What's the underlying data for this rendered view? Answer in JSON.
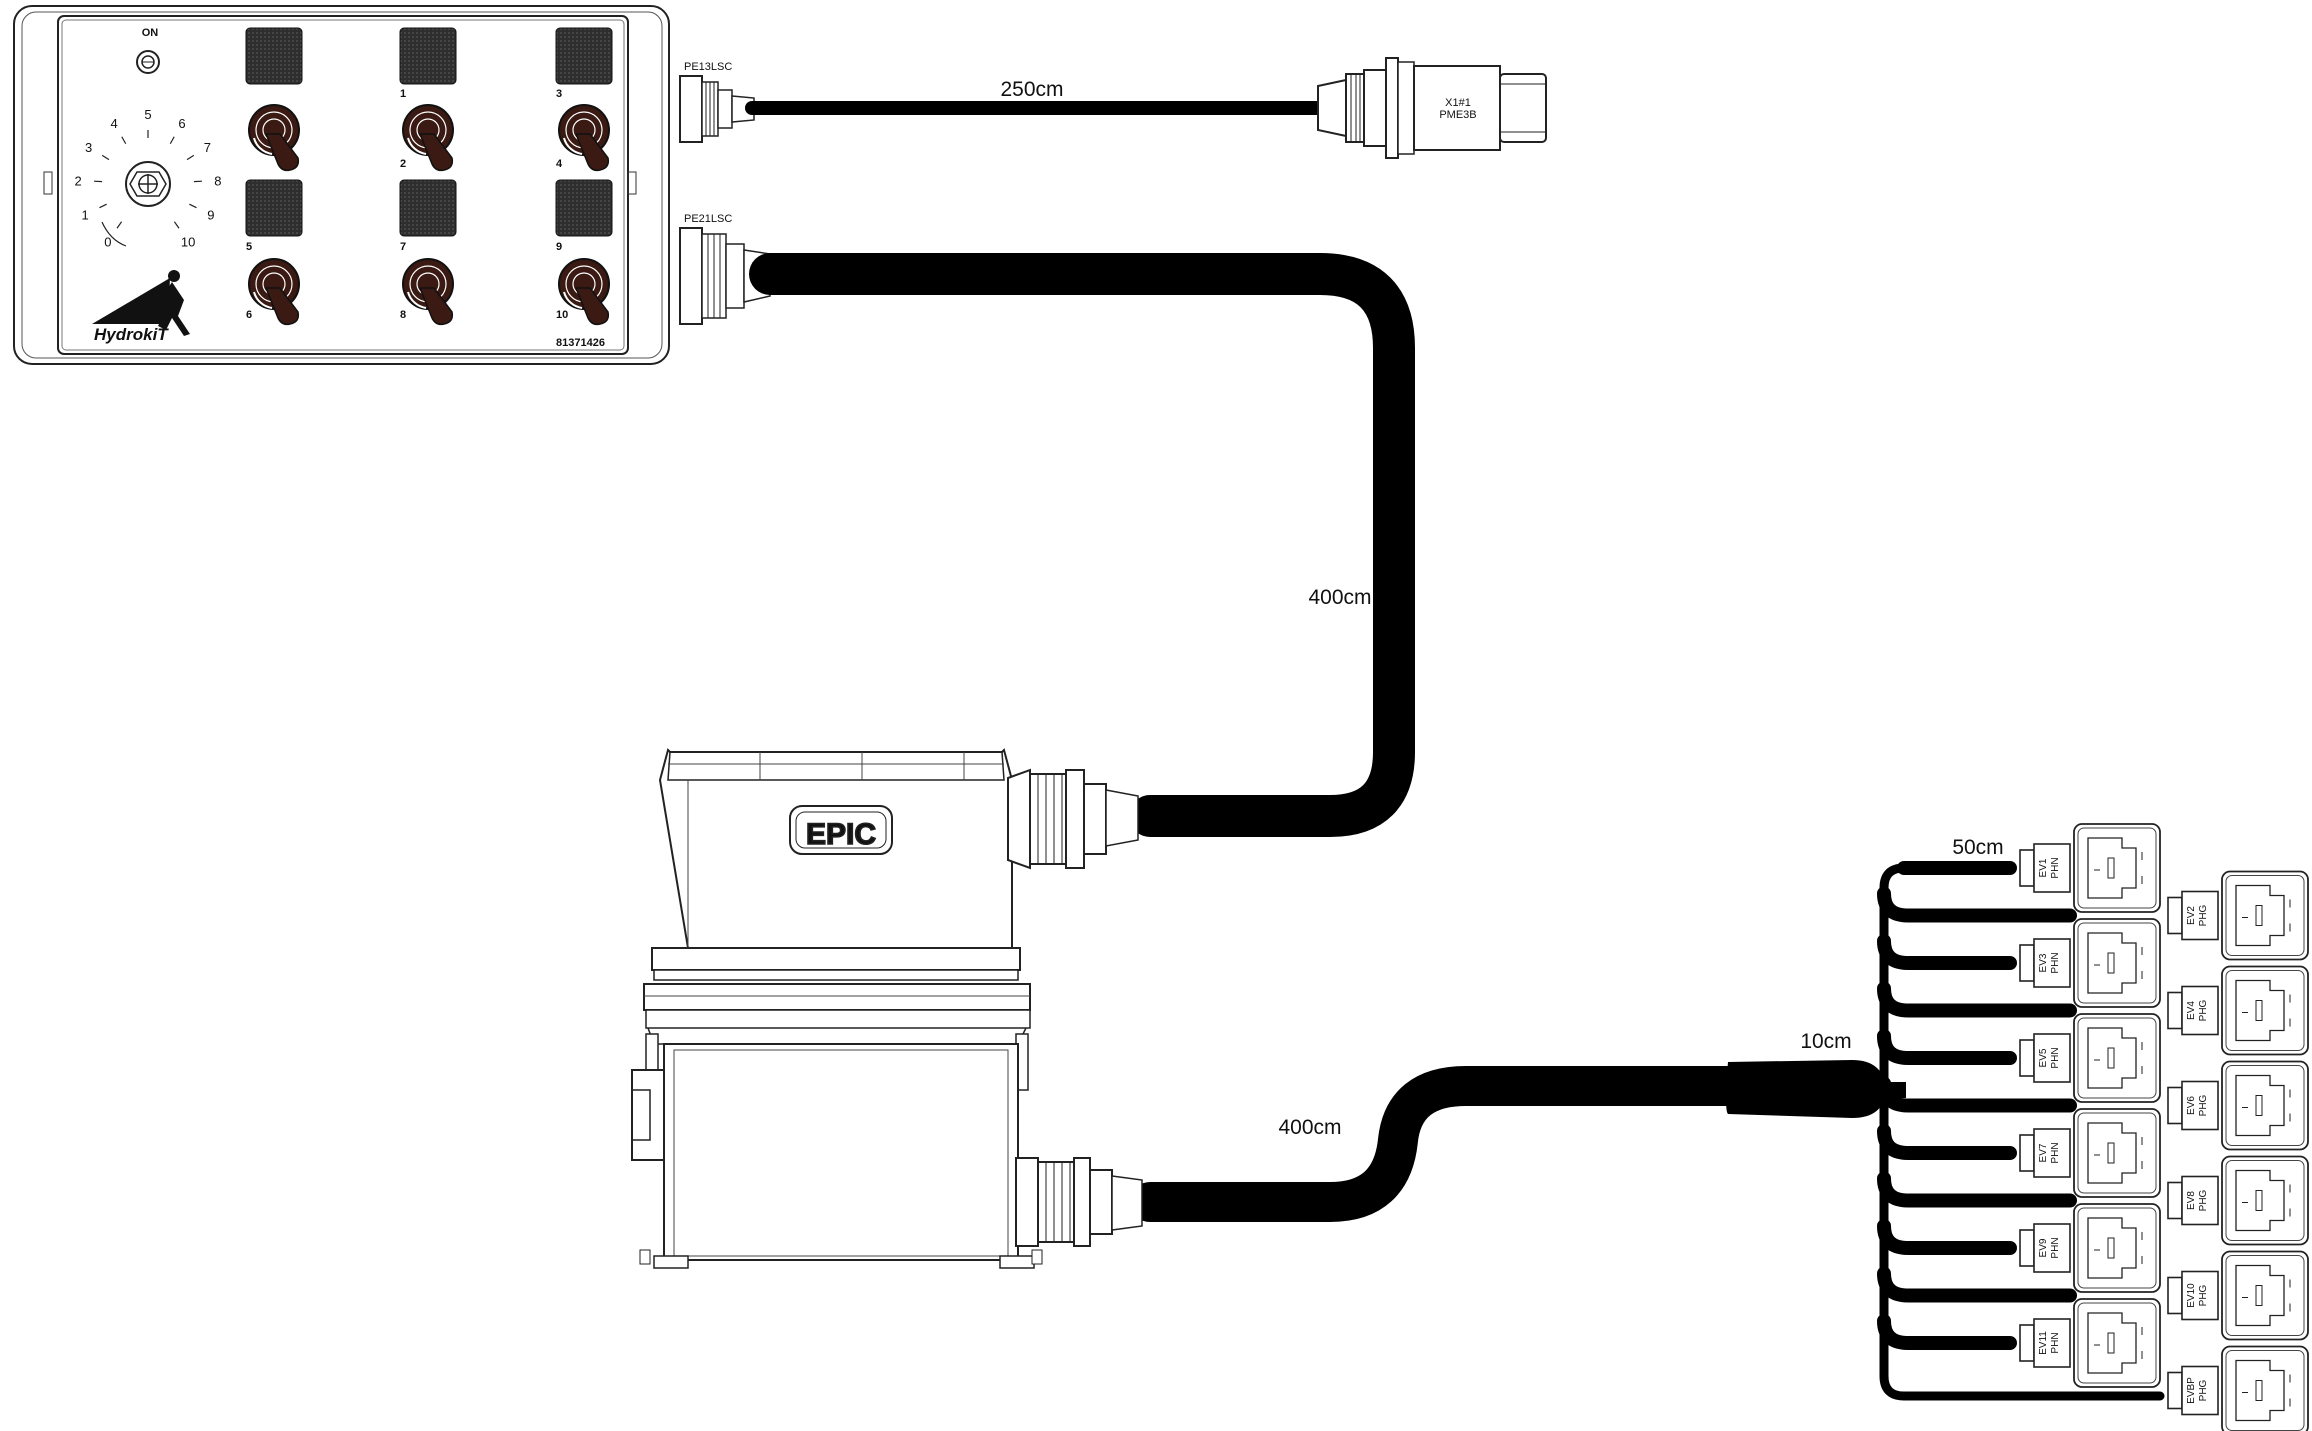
{
  "control_box": {
    "on_label": "ON",
    "dial_numbers": [
      "0",
      "1",
      "2",
      "3",
      "4",
      "5",
      "6",
      "7",
      "8",
      "9",
      "10"
    ],
    "switch_labels": {
      "s1": "1",
      "s2": "2",
      "s3": "3",
      "s4": "4",
      "s5": "5",
      "s6": "6",
      "s7": "7",
      "s8": "8",
      "s9": "9",
      "s10": "10"
    },
    "brand": "HydrokiT",
    "part_number": "81371426",
    "gland_top": "PE13LSC",
    "gland_bottom": "PE21LSC"
  },
  "cables": {
    "c250": "250cm",
    "c400_upper": "400cm",
    "c400_lower": "400cm",
    "c10": "10cm",
    "c50": "50cm"
  },
  "plug": {
    "line1": "X1#1",
    "line2": "PME3B"
  },
  "epic": {
    "label": "EPIC"
  },
  "valves": [
    {
      "code": "EV1",
      "type": "PHN"
    },
    {
      "code": "EV2",
      "type": "PHG"
    },
    {
      "code": "EV3",
      "type": "PHN"
    },
    {
      "code": "EV4",
      "type": "PHG"
    },
    {
      "code": "EV5",
      "type": "PHN"
    },
    {
      "code": "EV6",
      "type": "PHG"
    },
    {
      "code": "EV7",
      "type": "PHN"
    },
    {
      "code": "EV8",
      "type": "PHG"
    },
    {
      "code": "EV9",
      "type": "PHN"
    },
    {
      "code": "EV10",
      "type": "PHG"
    },
    {
      "code": "EV11",
      "type": "PHN"
    },
    {
      "code": "EVBP",
      "type": "PHG"
    }
  ],
  "colors": {
    "line": "#222222",
    "cable": "#000000",
    "switch_lever": "#3a1a12",
    "pad": "#2a2a2a"
  }
}
